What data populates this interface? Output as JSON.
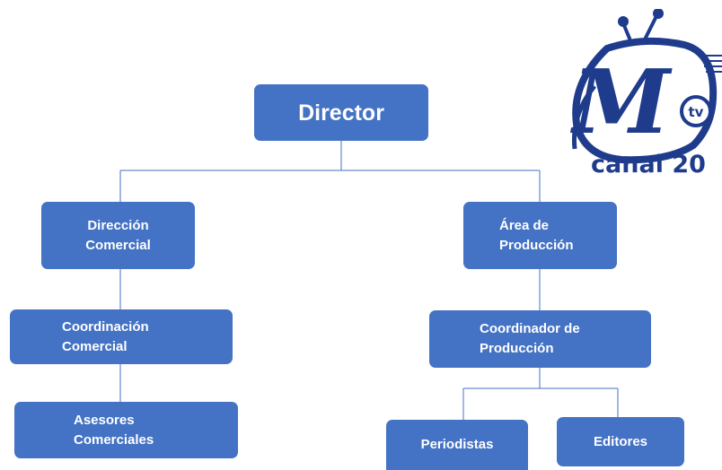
{
  "chart": {
    "root": "Director",
    "commercial": [
      "Dirección",
      "Comercial"
    ],
    "commercial_coordination": [
      "Coordinación",
      "Comercial"
    ],
    "commercial_advisors": [
      "Asesores",
      "Comerciales"
    ],
    "production_area": [
      "Área de",
      "Producción"
    ],
    "production_coordinator": [
      "Coordinador de",
      "Producción"
    ],
    "journalists": "Periodistas",
    "editors": "Editores"
  },
  "logo": {
    "mark": "M",
    "tv": "tv",
    "wordmark": "canal 20"
  },
  "colors": {
    "box_fill": "#4472c4",
    "box_text": "#ffffff",
    "connector": "#4472c4",
    "logo_navy": "#1f3b8c"
  },
  "icons": [
    "tv-antenna-icon",
    "m-tv-logo-icon"
  ]
}
